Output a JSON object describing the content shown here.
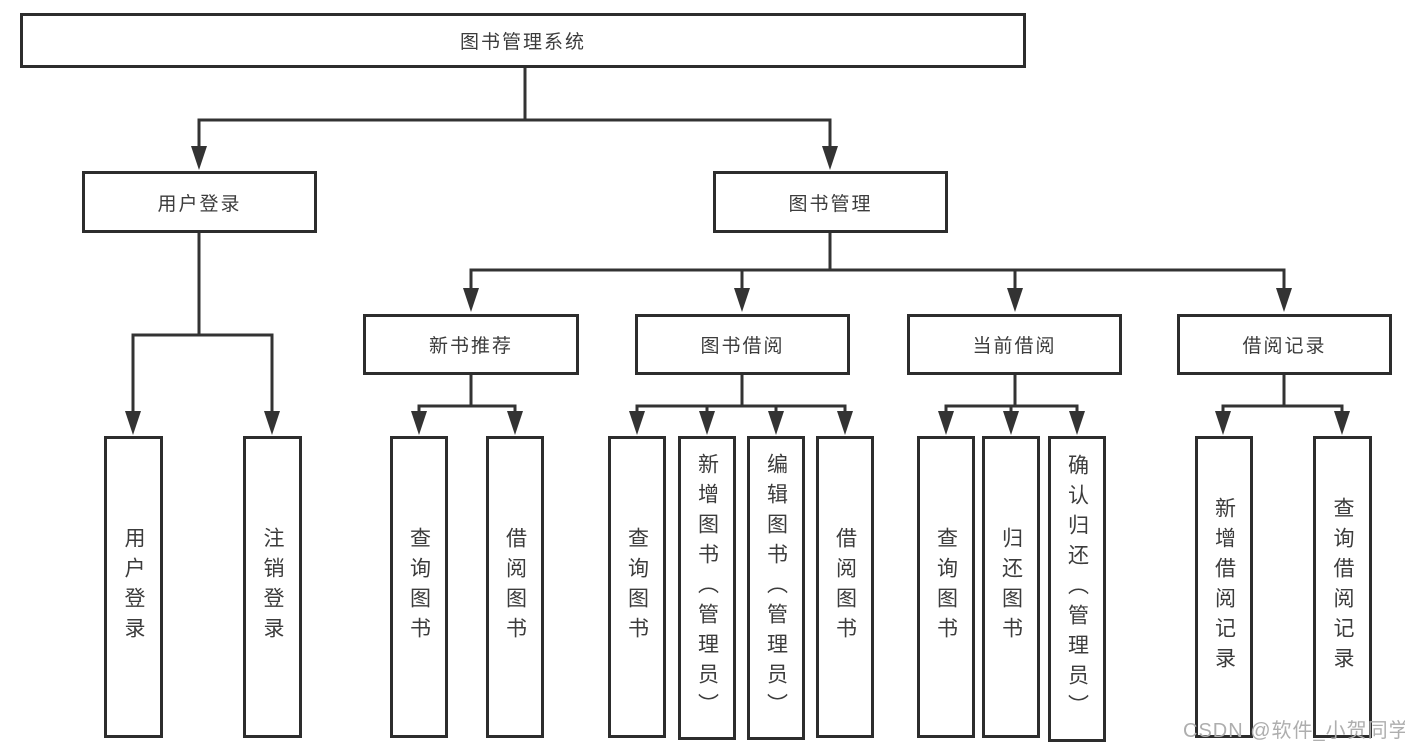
{
  "tree": {
    "root": {
      "label": "图书管理系统"
    },
    "level1": [
      {
        "label": "用户登录",
        "children": [
          {
            "label": "用户登录"
          },
          {
            "label": "注销登录"
          }
        ]
      },
      {
        "label": "图书管理",
        "children": [
          {
            "label": "新书推荐",
            "children": [
              {
                "label": "查询图书"
              },
              {
                "label": "借阅图书"
              }
            ]
          },
          {
            "label": "图书借阅",
            "children": [
              {
                "label": "查询图书"
              },
              {
                "label": "新增图书（管理员）"
              },
              {
                "label": "编辑图书（管理员）"
              },
              {
                "label": "借阅图书"
              }
            ]
          },
          {
            "label": "当前借阅",
            "children": [
              {
                "label": "查询图书"
              },
              {
                "label": "归还图书"
              },
              {
                "label": "确认归还（管理员）"
              }
            ]
          },
          {
            "label": "借阅记录",
            "children": [
              {
                "label": "新增借阅记录"
              },
              {
                "label": "查询借阅记录"
              }
            ]
          }
        ]
      }
    ]
  },
  "watermark": {
    "text": "CSDN @软件_小贺同学"
  },
  "colors": {
    "box_border": "#2d2d2d",
    "line": "#333333",
    "text": "#3c3c3c",
    "watermark": "#aeaeae",
    "background": "#ffffff"
  }
}
